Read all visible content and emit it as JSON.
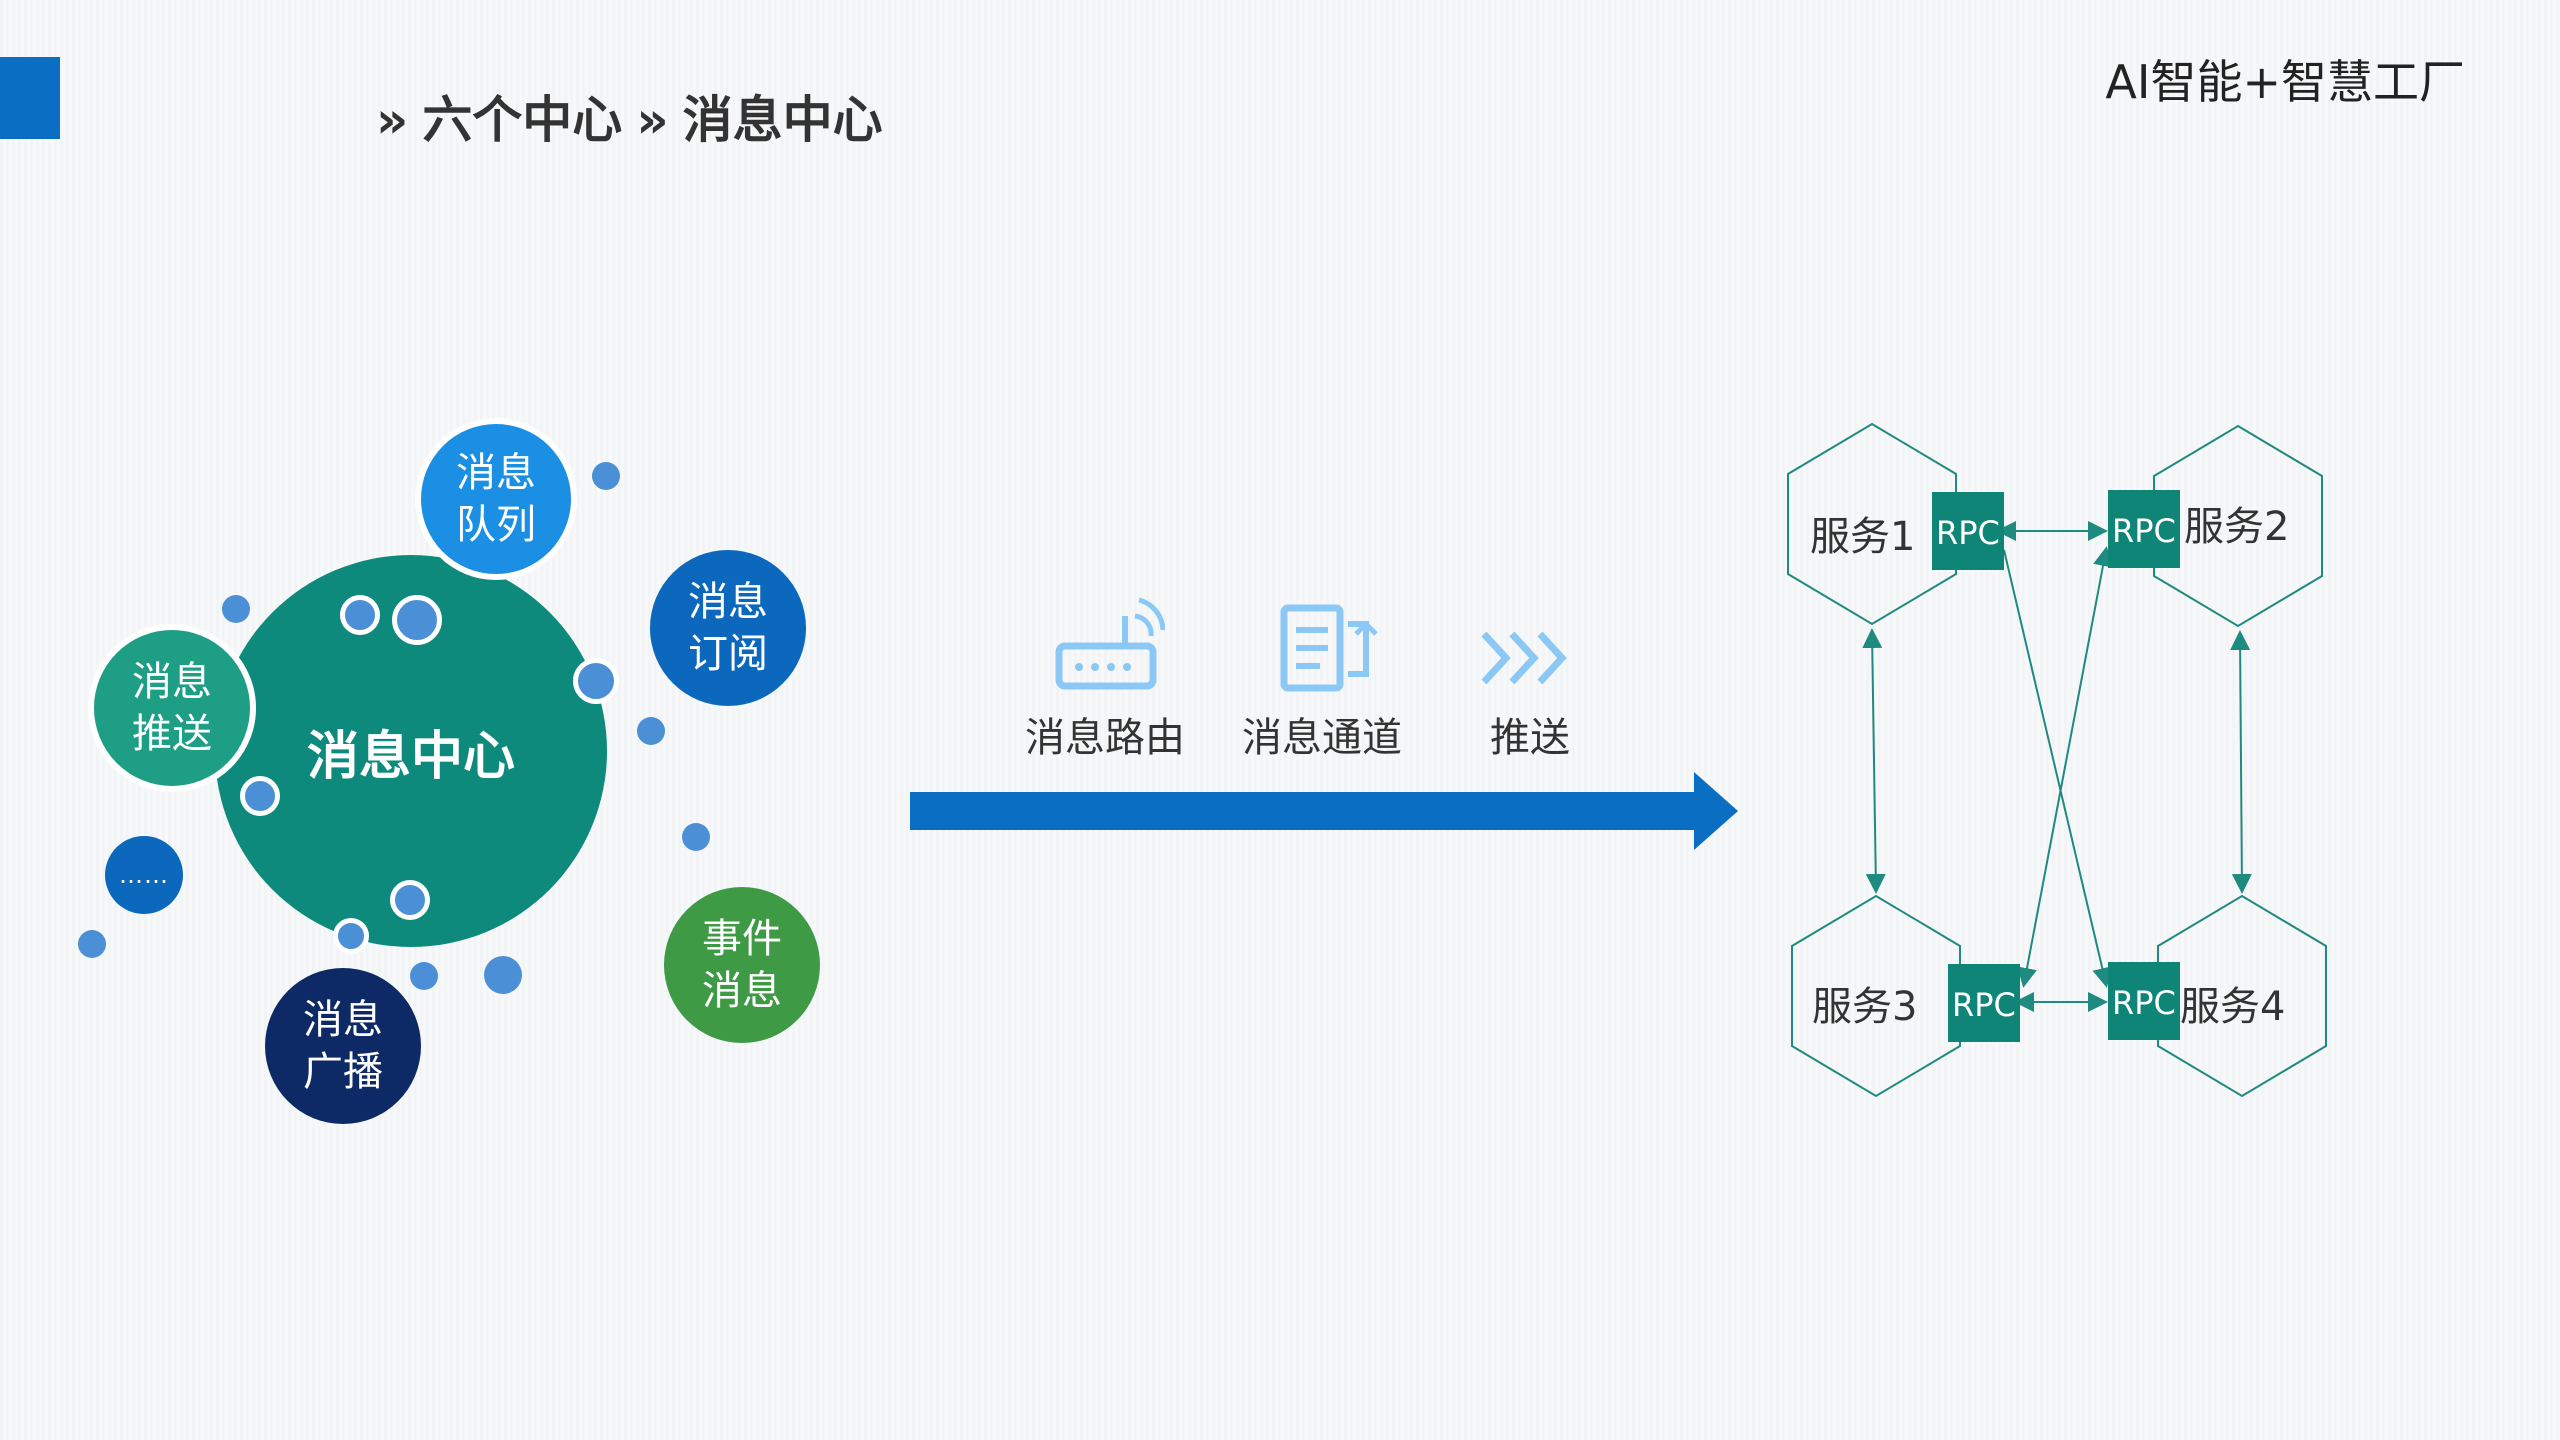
{
  "header": {
    "breadcrumb": [
      "»",
      "六个中心",
      "»",
      "消息中心"
    ],
    "brand": "AI智能+智慧工厂"
  },
  "hub": {
    "center": "消息中心",
    "bubbles": [
      {
        "id": "queue",
        "line1": "消息",
        "line2": "队列",
        "color": "#1a8fe3"
      },
      {
        "id": "subscribe",
        "line1": "消息",
        "line2": "订阅",
        "color": "#0b68bd"
      },
      {
        "id": "push",
        "line1": "消息",
        "line2": "推送",
        "color": "#1f9e86"
      },
      {
        "id": "event",
        "line1": "事件",
        "line2": "消息",
        "color": "#3f9a45"
      },
      {
        "id": "broadcast",
        "line1": "消息",
        "line2": "广播",
        "color": "#0d2a66"
      },
      {
        "id": "more",
        "line1": "……",
        "line2": "",
        "color": "#0b68bd"
      }
    ],
    "center_color": "#0d8a7c"
  },
  "flow": {
    "steps": [
      {
        "label": "消息路由",
        "icon": "router-icon"
      },
      {
        "label": "消息通道",
        "icon": "channel-document-icon"
      },
      {
        "label": "推送",
        "icon": "push-chevrons-icon"
      }
    ],
    "arrow_color": "#0a6fc2",
    "icon_color": "#8cc8f5"
  },
  "services": {
    "nodes": [
      {
        "name": "服务1",
        "rpc": "RPC"
      },
      {
        "name": "服务2",
        "rpc": "RPC"
      },
      {
        "name": "服务3",
        "rpc": "RPC"
      },
      {
        "name": "服务4",
        "rpc": "RPC"
      }
    ],
    "hex_stroke": "#1f8a80",
    "rpc_fill": "#0f8577"
  }
}
